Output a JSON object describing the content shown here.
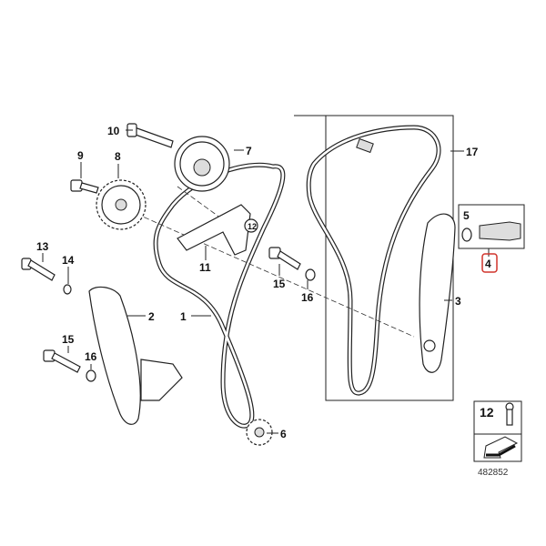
{
  "diagram_id": "482852",
  "highlight_color": "#d0342c",
  "callouts": {
    "p1": "1",
    "p2": "2",
    "p3": "3",
    "p4": "4",
    "p5": "5",
    "p6": "6",
    "p7": "7",
    "p8": "8",
    "p9": "9",
    "p10": "10",
    "p11": "11",
    "p12": "12",
    "p13": "13",
    "p14": "14",
    "p15a": "15",
    "p15b": "15",
    "p16a": "16",
    "p16b": "16",
    "p17": "17",
    "legend_12": "12"
  }
}
